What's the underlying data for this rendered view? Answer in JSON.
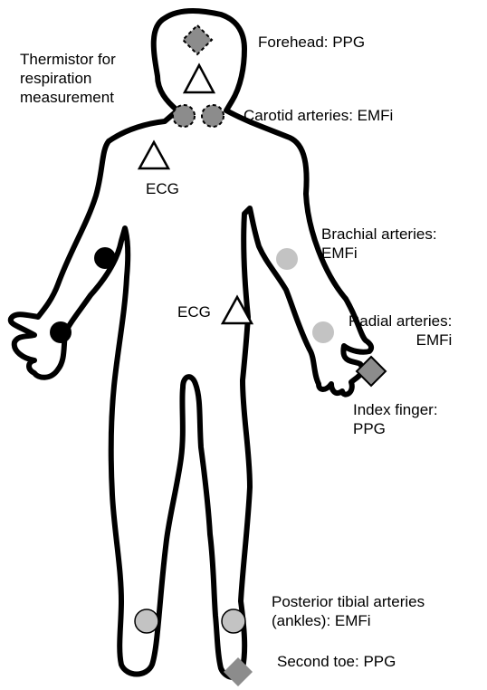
{
  "labels": {
    "forehead": "Forehead: PPG",
    "thermistor": [
      "Thermistor for",
      "respiration",
      "measurement"
    ],
    "carotid": "Carotid arteries: EMFi",
    "ecg_upper": "ECG",
    "brachial": [
      "Brachial arteries:",
      "EMFi"
    ],
    "ecg_chest": "ECG",
    "radial": [
      "Radial arteries:",
      "EMFi"
    ],
    "index_finger": [
      "Index finger:",
      "PPG"
    ],
    "posterior_tibial": [
      "Posterior tibial arteries",
      "(ankles): EMFi"
    ],
    "second_toe": "Second toe: PPG"
  },
  "colors": {
    "outline": "#000000",
    "ppg_diamond": "#8c8c8c",
    "emfi_dark": "#8c8c8c",
    "emfi_light": "#c3c3c3",
    "electrode": "#000000",
    "background": "#ffffff"
  },
  "markers": {
    "triangle": "ecg-thermistor-sensor",
    "black_circle": "electrode",
    "gray_circle": "emfi-sensor",
    "diamond": "ppg-sensor"
  }
}
